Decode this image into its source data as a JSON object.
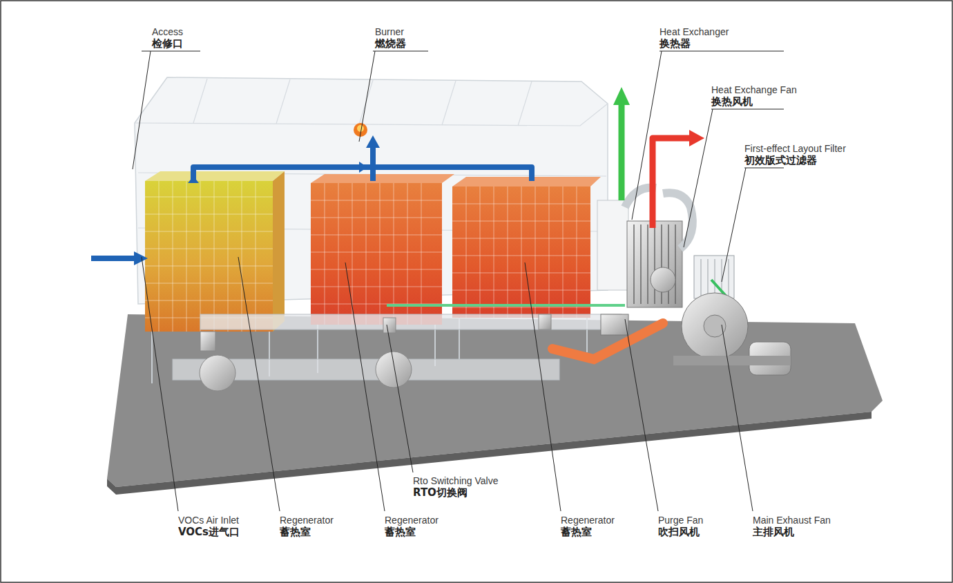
{
  "diagram": {
    "labels": [
      "Access",
      "检修口",
      "Burner",
      "燃烧器",
      "Heat Exchanger",
      "换热器",
      "Heat Exchange Fan",
      "换热风机",
      "First-effect Layout Filter",
      "初效版式过滤器",
      "Rto Switching Valve",
      "RTO切换阀",
      "VOCs Air Inlet",
      "VOCs进气口",
      "Regenerator",
      "蓄热室",
      "Regenerator",
      "蓄热室",
      "Regenerator",
      "蓄热室",
      "Purge Fan",
      "吹扫风机",
      "Main Exhaust Fan",
      "主排风机"
    ]
  }
}
